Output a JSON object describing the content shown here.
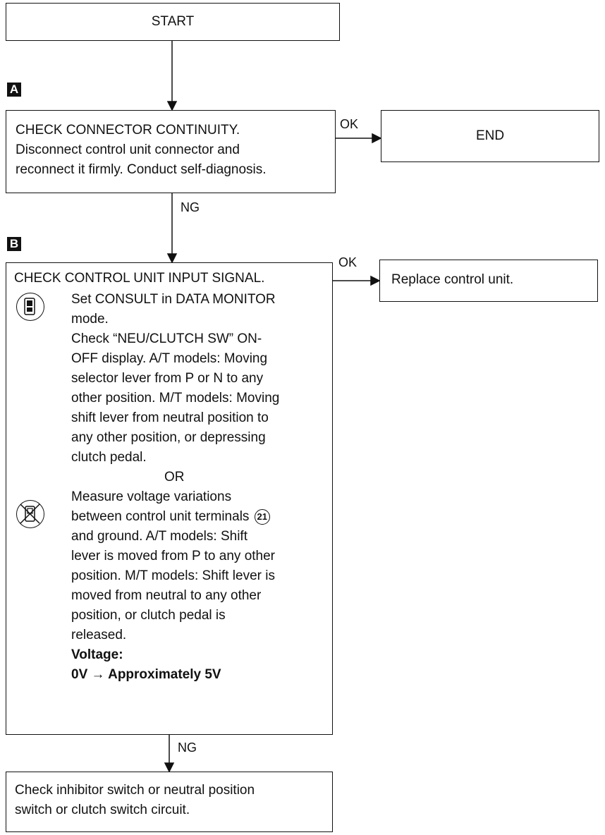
{
  "flow": {
    "start": "START",
    "marker_a": "A",
    "marker_b": "B",
    "step_a": {
      "title": "CHECK CONNECTOR CONTINUITY.",
      "lines": [
        "Disconnect control unit connector and",
        "reconnect it firmly. Conduct self-diagnosis."
      ]
    },
    "ok_a": "OK",
    "end": "END",
    "ng_a": "NG",
    "step_b": {
      "title": "CHECK CONTROL UNIT INPUT SIGNAL.",
      "consult_lines": [
        "Set CONSULT in DATA MONITOR",
        "mode.",
        "Check “NEU/CLUTCH SW” ON-",
        "OFF display. A/T models: Moving",
        "selector lever from P or N to any",
        "other position. M/T models: Moving",
        "shift lever from neutral position to",
        "any other position, or depressing",
        "clutch pedal."
      ],
      "or": "OR",
      "tester_line1": "Measure voltage variations",
      "tester_line2": "between control unit terminals",
      "terminal": "21",
      "tester_lines": [
        "and ground. A/T models: Shift",
        "lever is moved from P to any other",
        "position. M/T models: Shift lever is",
        "moved from neutral to any other",
        "position, or clutch pedal is",
        "released."
      ],
      "voltage_label": "Voltage:",
      "voltage_value": "0V → Approximately 5V",
      "consult_icon": "consult-tester-icon",
      "no_consult_icon": "no-consult-icon"
    },
    "ok_b": "OK",
    "replace": "Replace control unit.",
    "ng_b": "NG",
    "final": {
      "lines": [
        "Check inhibitor switch or neutral position",
        "switch or clutch switch circuit."
      ]
    }
  }
}
